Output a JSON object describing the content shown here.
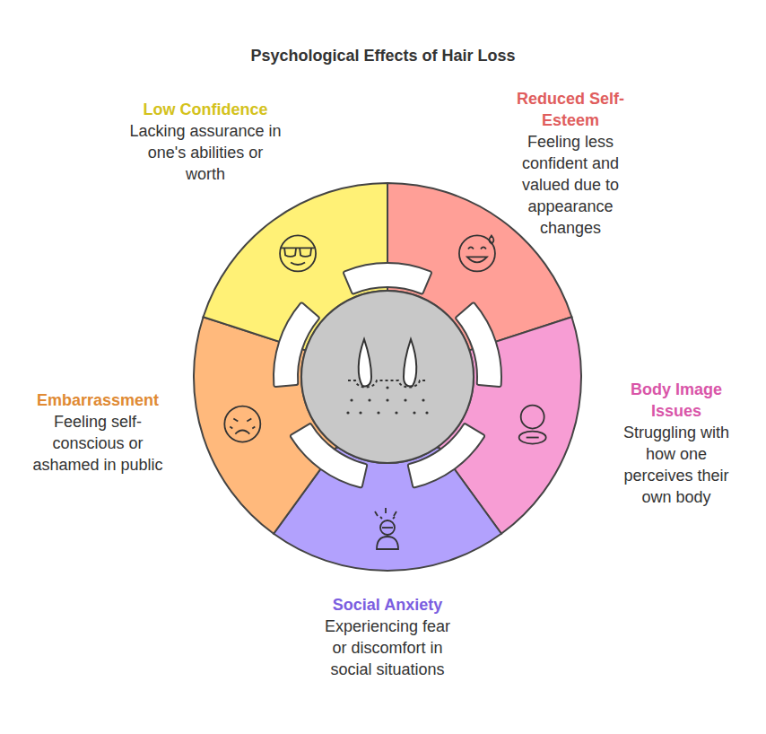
{
  "diagram": {
    "title": "Psychological Effects of Hair Loss",
    "nodes": [
      {
        "text": [
          "Low Confidence",
          "Lacking assurance in one's abilities or worth"
        ]
      },
      {
        "text": [
          "Reduced Self-Esteem",
          "Feeling less confident and valued due to appearance changes"
        ]
      },
      {
        "text": [
          "Body Image Issues",
          "Struggling with how one perceives their own body"
        ]
      },
      {
        "text": [
          "Social Anxiety",
          "Experiencing fear or discomfort in social situations"
        ]
      },
      {
        "text": [
          "Embarrassment",
          "Feeling self-conscious or ashamed in public"
        ]
      }
    ]
  }
}
